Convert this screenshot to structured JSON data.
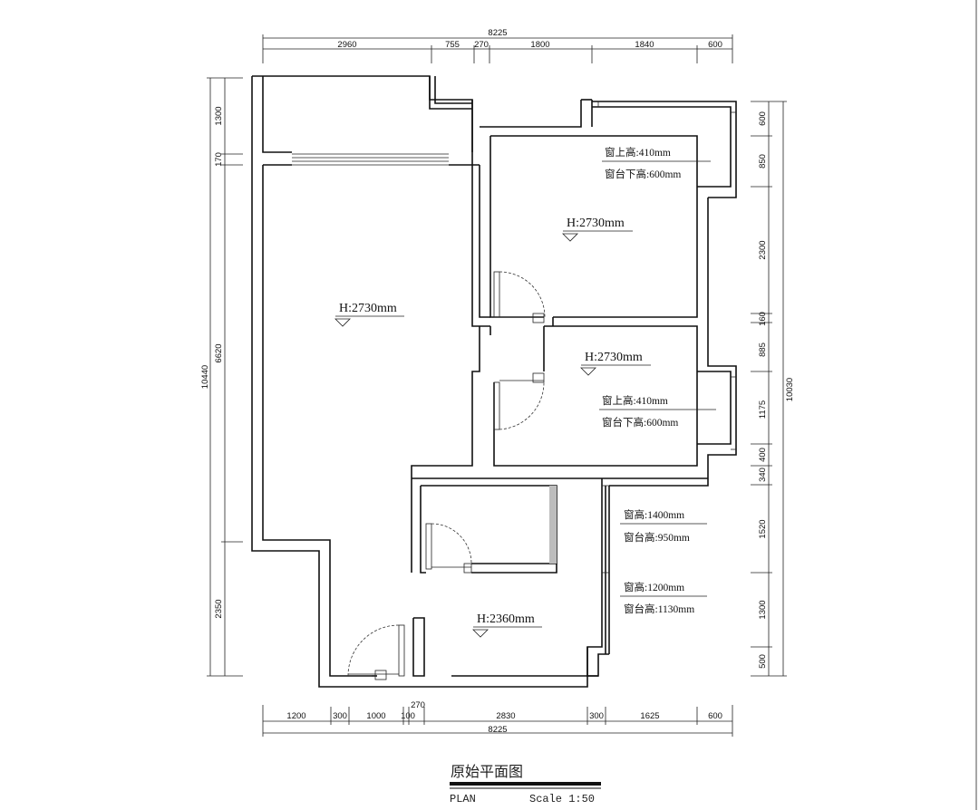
{
  "title_block": {
    "name": "原始平面图",
    "plan_label": "PLAN",
    "scale": "Scale 1:50"
  },
  "dims_top": {
    "total": "8225",
    "segments": [
      "2960",
      "755",
      "270",
      "1800",
      "1840",
      "600"
    ]
  },
  "dims_bottom": {
    "total": "8225",
    "top_label": "270",
    "segments": [
      "1200",
      "300",
      "1000",
      "100",
      "2830",
      "300",
      "1625",
      "600"
    ]
  },
  "dims_left": {
    "total": "10440",
    "segments": [
      "1300",
      "170",
      "6620",
      "2350"
    ]
  },
  "dims_right": {
    "total": "10030",
    "segments": [
      "600",
      "850",
      "2300",
      "160",
      "885",
      "1175",
      "400",
      "340",
      "1520",
      "1300",
      "500"
    ]
  },
  "heights": {
    "living": "H:2730mm",
    "bedroom_1": "H:2730mm",
    "bedroom_2": "H:2730mm",
    "kitchen": "H:2360mm"
  },
  "window_notes": {
    "bedroom_1_top": "窗上高:410mm",
    "bedroom_1_sill": "窗台下高:600mm",
    "bedroom_2_top": "窗上高:410mm",
    "bedroom_2_sill": "窗台下高:600mm",
    "bath_height": "窗高:1400mm",
    "bath_sill": "窗台高:950mm",
    "kitchen_height": "窗高:1200mm",
    "kitchen_sill": "窗台高:1130mm"
  }
}
